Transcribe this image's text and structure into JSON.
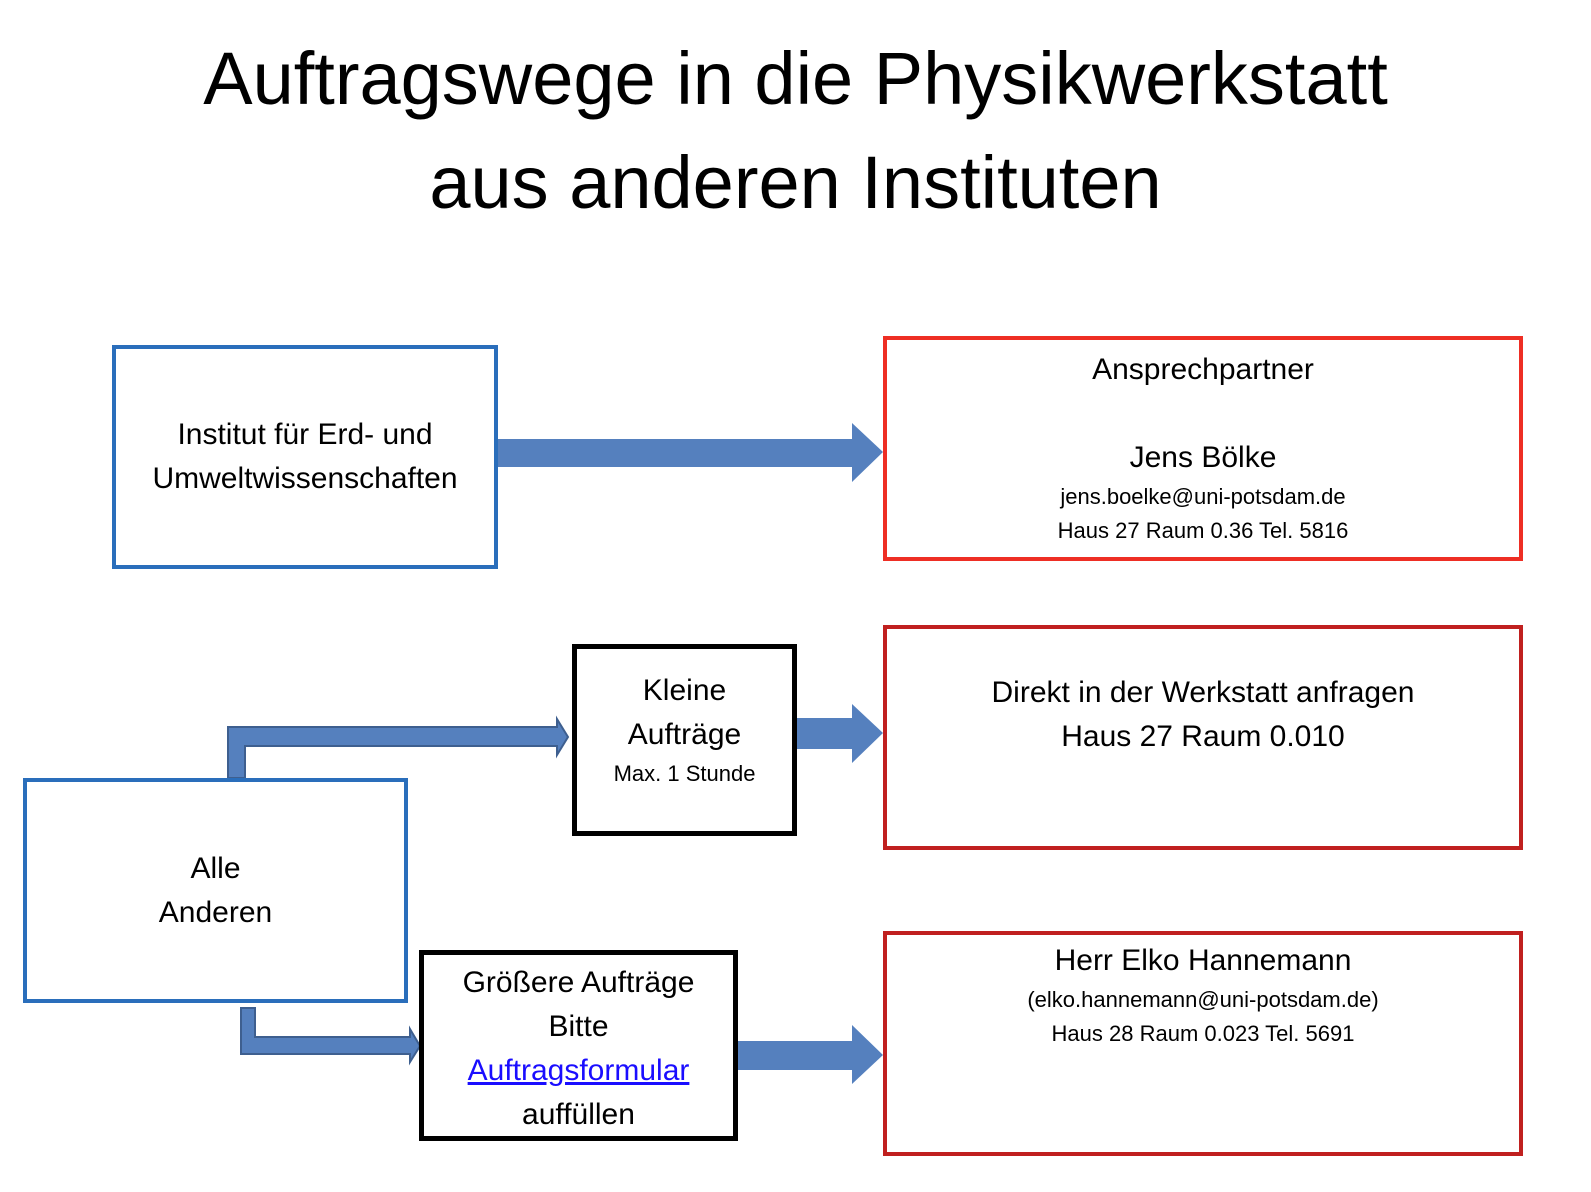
{
  "title": {
    "line1": "Auftragswege in die Physikwerkstatt",
    "line2": "aus anderen Instituten"
  },
  "institute_box": {
    "line1": "Institut für Erd- und",
    "line2": "Umweltwissenschaften"
  },
  "contact1": {
    "heading": "Ansprechpartner",
    "name": "Jens Bölke",
    "email": "jens.boelke@uni-potsdam.de",
    "location": "Haus 27 Raum 0.36 Tel. 5816"
  },
  "others_box": {
    "line1": "Alle",
    "line2": "Anderen"
  },
  "small_orders": {
    "line1": "Kleine",
    "line2": "Aufträge",
    "note": "Max. 1 Stunde"
  },
  "contact2": {
    "line1": "Direkt in der Werkstatt anfragen",
    "line2": "Haus 27 Raum 0.010"
  },
  "large_orders": {
    "line1": "Größere  Aufträge",
    "line2": "Bitte",
    "link": "Auftragsformular",
    "line3": "auffüllen"
  },
  "contact3": {
    "name": "Herr Elko Hannemann",
    "email": "(elko.hannemann@uni-potsdam.de)",
    "location": "Haus 28 Raum 0.023 Tel. 5691"
  },
  "colors": {
    "arrow": "#5580be",
    "blue": "#2a6ebb",
    "red": "#ee2e24",
    "dark_red": "#c0201f"
  }
}
